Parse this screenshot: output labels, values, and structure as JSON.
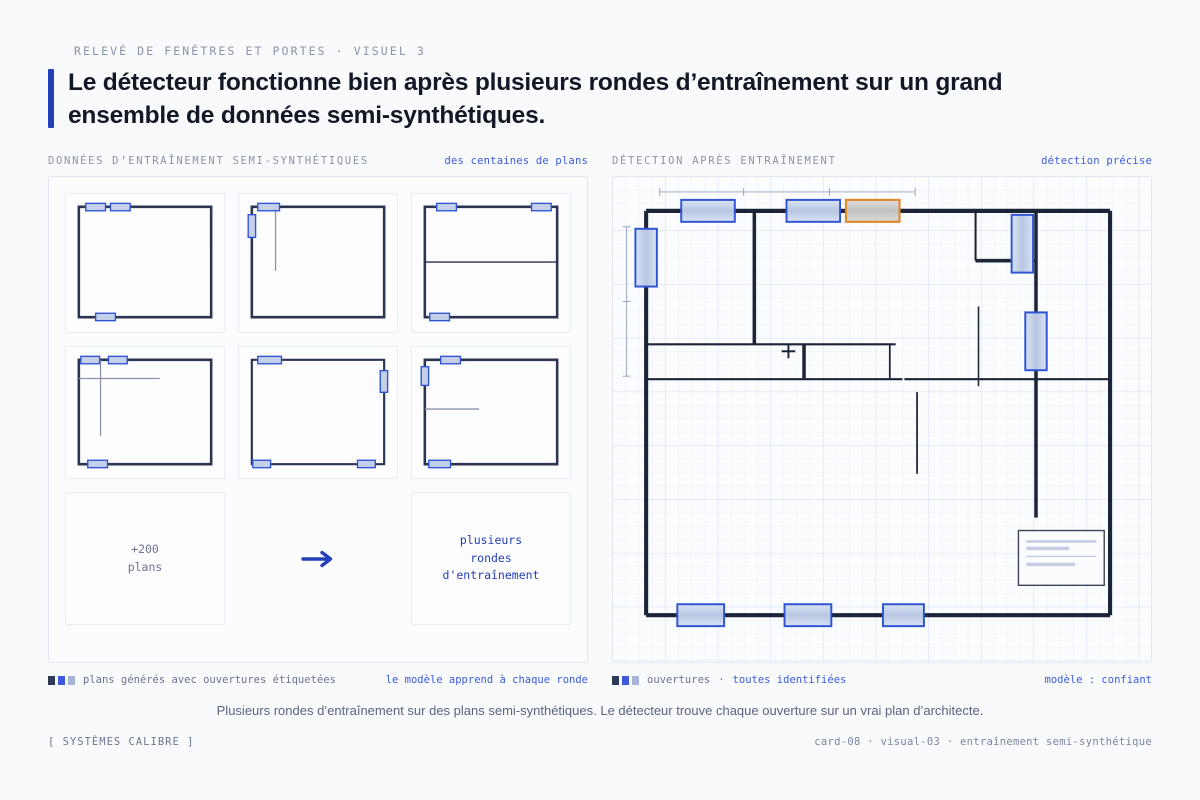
{
  "header": {
    "eyebrow": "RELEVÉ DE FENÊTRES ET PORTES · VISUEL 3",
    "title": "Le détecteur fonctionne bien après plusieurs rondes d’entraînement sur un grand ensemble de données semi-synthétiques."
  },
  "left_panel": {
    "label": "DONNÉES D’ENTRAÎNEMENT SEMI-SYNTHÉTIQUES",
    "tag": "des centaines de plans",
    "count_box": "+200\nplans",
    "count_line1": "+200",
    "count_line2": "plans",
    "arrow_icon": "arrow-right-icon",
    "rounds_line1": "plusieurs",
    "rounds_line2": "rondes",
    "rounds_line3": "d'entraînement",
    "foot_label": "plans générés avec ouvertures étiquetées",
    "foot_tag": "le modèle apprend à chaque ronde"
  },
  "right_panel": {
    "label": "DÉTECTION APRÈS ENTRAÎNEMENT",
    "tag": "détection précise",
    "foot_label": "ouvertures",
    "foot_sep": "·",
    "foot_em": "toutes identifiées",
    "foot_tag": "modèle : confiant"
  },
  "caption": "Plusieurs rondes d’entraînement sur des plans semi-synthétiques. Le détecteur trouve chaque ouverture sur un vrai plan d’architecte.",
  "footer": {
    "brand": "[ SYSTÈMES CALIBRE ]",
    "meta": "card-08 · visual-03 · entraînement semi-synthétique"
  },
  "colors": {
    "accent": "#2440b8",
    "link": "#3b5bdb",
    "wall": "#1c2438",
    "opening_stroke": "#2f55d4",
    "opening_fill": "#c4d0e8",
    "highlight_stroke": "#e08a2e",
    "highlight_fill": "#f4e5cf",
    "grid": "#dde5f4",
    "panel_bg": "#fbfcfe",
    "page_bg": "#f8fafc",
    "title": "#131826",
    "muted": "#8b93a7"
  },
  "chart_data": {
    "type": "diagram",
    "title": "Détection d’ouvertures sur plan d’architecte",
    "thumbnails": [
      {
        "id": "thumb-1",
        "openings": 3,
        "interior_walls": 0
      },
      {
        "id": "thumb-2",
        "openings": 2,
        "interior_walls": 1
      },
      {
        "id": "thumb-3",
        "openings": 3,
        "interior_walls": 1
      },
      {
        "id": "thumb-4",
        "openings": 3,
        "interior_walls": 2
      },
      {
        "id": "thumb-5",
        "openings": 4,
        "interior_walls": 0
      },
      {
        "id": "thumb-6",
        "openings": 3,
        "interior_walls": 1
      }
    ],
    "main_plan": {
      "detected_openings": 9,
      "highlighted_openings": 1,
      "dimension_ticks": 4
    }
  }
}
